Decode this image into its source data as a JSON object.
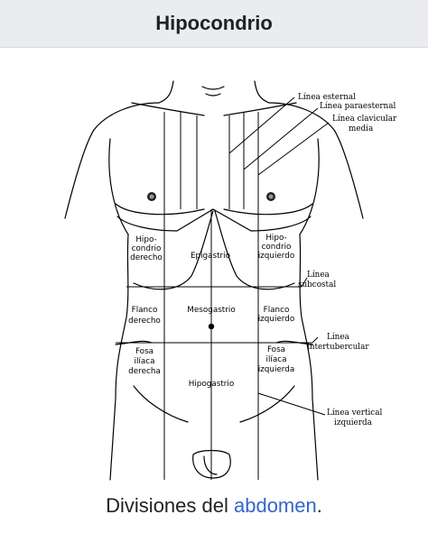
{
  "header": {
    "title": "Hipocondrio"
  },
  "diagram": {
    "labels": {
      "linea_esternal": "Línea esternal",
      "linea_paraesternal": "Línea paraesternal",
      "linea_clavicular_1": "Línea clavicular",
      "linea_clavicular_2": "media",
      "hipo_der_1": "Hipo-",
      "hipo_der_2": "condrio",
      "hipo_der_3": "derecho",
      "epigastrio": "Epigastrio",
      "hipo_izq_1": "Hipo-",
      "hipo_izq_2": "condrio",
      "hipo_izq_3": "izquierdo",
      "linea_subcostal_1": "Línea",
      "linea_subcostal_2": "subcostal",
      "flanco_der_1": "Flanco",
      "flanco_der_2": "derecho",
      "mesogastrio": "Mesogastrio",
      "flanco_izq_1": "Flanco",
      "flanco_izq_2": "izquierdo",
      "linea_intertubercular_1": "Línea",
      "linea_intertubercular_2": "intertubercular",
      "fosa_der_1": "Fosa",
      "fosa_der_2": "ilíaca",
      "fosa_der_3": "derecha",
      "fosa_izq_1": "Fosa",
      "fosa_izq_2": "ilíaca",
      "fosa_izq_3": "izquierda",
      "hipogastrio": "Hipogastrio",
      "linea_vertical_1": "Línea vertical",
      "linea_vertical_2": "izquierda"
    }
  },
  "caption": {
    "text": "Divisiones del ",
    "link": "abdomen",
    "suffix": "."
  },
  "colors": {
    "header_bg": "#eaecf0",
    "link": "#3366cc",
    "text": "#202122"
  }
}
